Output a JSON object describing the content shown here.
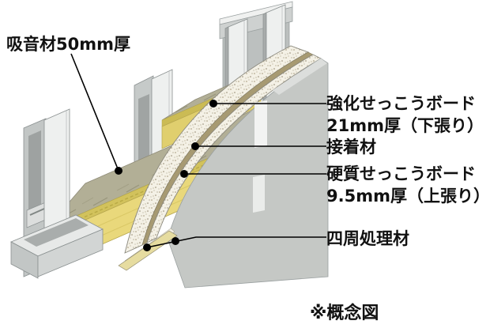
{
  "diagram": {
    "title_note": "※概念図",
    "callouts": {
      "absorber": {
        "text": "吸音材50mm厚"
      },
      "right": [
        {
          "line1": "強化せっこうボード",
          "line2": "21mm厚（下張り）"
        },
        {
          "line1": "接着材"
        },
        {
          "line1": "硬質せっこうボード",
          "line2": "9.5mm厚（上張り）"
        },
        {
          "line1": "四周処理材"
        }
      ]
    },
    "colors": {
      "absorber_yellow": "#e9d87b",
      "absorber_top_olive": "#b2af96",
      "gypsum_board_base": "#f4f1e6",
      "adhesive": "#a79a72",
      "wall_panel_gray": "#c5c8c5",
      "stud_light": "#eef0ef",
      "leader": "#000000"
    }
  }
}
